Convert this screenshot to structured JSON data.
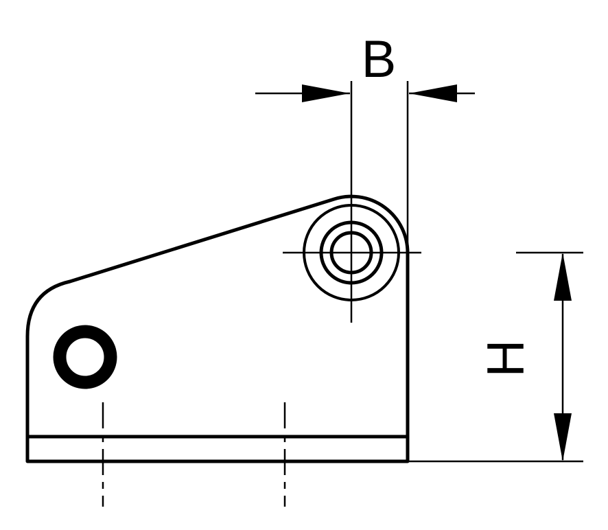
{
  "drawing": {
    "type": "technical-drawing",
    "view": "bracket-side-view",
    "background_color": "#ffffff",
    "line_color": "#000000",
    "dimensions": {
      "b_label": "B",
      "h_label": "H"
    }
  }
}
